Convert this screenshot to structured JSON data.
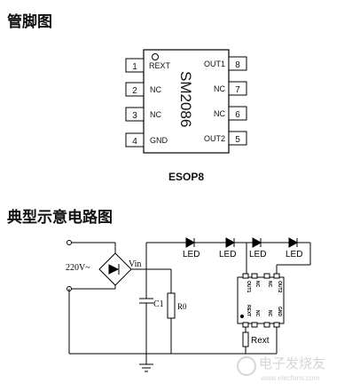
{
  "headings": {
    "pinout": "管脚图",
    "typical": "典型示意电路图"
  },
  "package": {
    "chip_name": "SM2086",
    "package_label": "ESOP8",
    "left_pins": [
      {
        "num": "1",
        "name": "REXT"
      },
      {
        "num": "2",
        "name": "NC"
      },
      {
        "num": "3",
        "name": "NC"
      },
      {
        "num": "4",
        "name": "GND"
      }
    ],
    "right_pins": [
      {
        "num": "8",
        "name": "OUT1"
      },
      {
        "num": "7",
        "name": "NC"
      },
      {
        "num": "6",
        "name": "NC"
      },
      {
        "num": "5",
        "name": "OUT2"
      }
    ]
  },
  "circuit": {
    "input_label": "220V~",
    "vin_label": "Vin",
    "cap_label": "C1",
    "res_label": "R0",
    "led_label": "LED",
    "rext_label": "Rext",
    "chip_top_pins": [
      "OUT1",
      "NC",
      "NC",
      "OUT2"
    ],
    "chip_bottom_pins": [
      "REXT",
      "NC",
      "NC",
      "GND"
    ]
  },
  "watermark": {
    "text": "电子发烧友",
    "url": "www.elecfans.com"
  }
}
